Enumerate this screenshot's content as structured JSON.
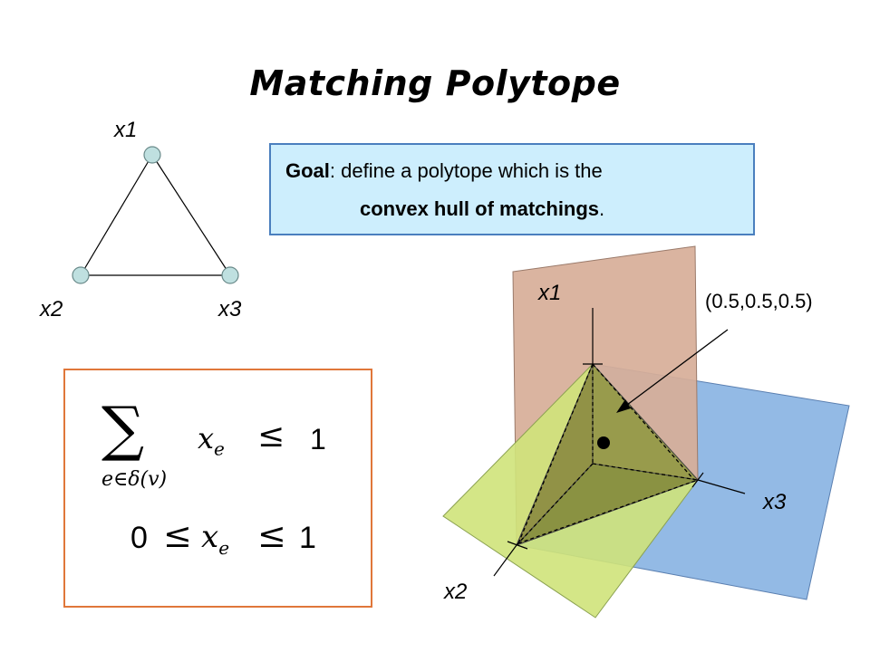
{
  "title": "Matching Polytope",
  "triangle": {
    "vertex_labels": [
      "x1",
      "x2",
      "x3"
    ],
    "node_color": "#bfe0e0"
  },
  "goal": {
    "bold_word": "Goal",
    "line1_rest": ": define a polytope which is the",
    "line2_bold": "convex hull of matchings",
    "line2_end": "."
  },
  "formulas": {
    "sum_symbol": "∑",
    "sum_subscript": "e∈δ(v)",
    "variable": "x",
    "variable_sub": "e",
    "leq": "≤",
    "one": "1",
    "zero": "0"
  },
  "polytope_3d": {
    "axis_labels": [
      "x1",
      "x2",
      "x3"
    ],
    "point_label": "(0.5,0.5,0.5)",
    "colors": {
      "plane_x1": "#d7ae98",
      "plane_x2": "#cfe37a",
      "plane_x3": "#8db6e4",
      "polytope": "#8a8a40"
    }
  }
}
